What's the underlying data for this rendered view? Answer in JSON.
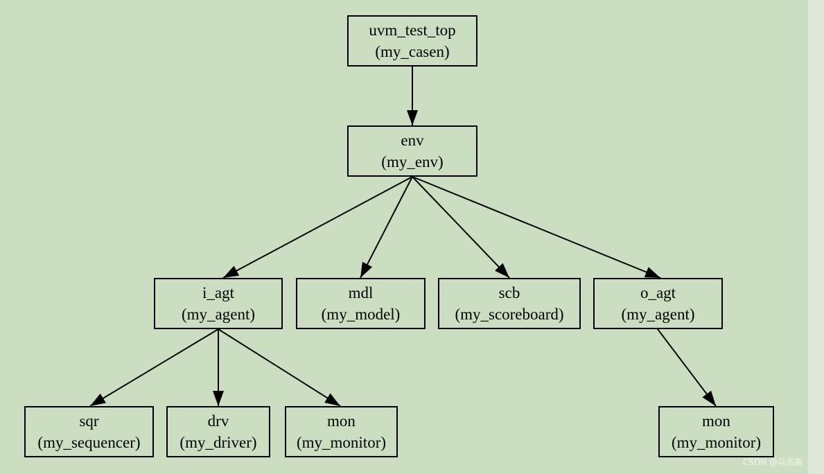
{
  "diagram": {
    "nodes": [
      {
        "id": "uvm_test_top",
        "name": "uvm_test_top",
        "type": "(my_casen)"
      },
      {
        "id": "env",
        "name": "env",
        "type": "(my_env)"
      },
      {
        "id": "i_agt",
        "name": "i_agt",
        "type": "(my_agent)"
      },
      {
        "id": "mdl",
        "name": "mdl",
        "type": "(my_model)"
      },
      {
        "id": "scb",
        "name": "scb",
        "type": "(my_scoreboard)"
      },
      {
        "id": "o_agt",
        "name": "o_agt",
        "type": "(my_agent)"
      },
      {
        "id": "sqr",
        "name": "sqr",
        "type": "(my_sequencer)"
      },
      {
        "id": "drv",
        "name": "drv",
        "type": "(my_driver)"
      },
      {
        "id": "mon_i",
        "name": "mon",
        "type": "(my_monitor)"
      },
      {
        "id": "mon_o",
        "name": "mon",
        "type": "(my_monitor)"
      }
    ],
    "edges": [
      {
        "from": "uvm_test_top",
        "to": "env"
      },
      {
        "from": "env",
        "to": "i_agt"
      },
      {
        "from": "env",
        "to": "mdl"
      },
      {
        "from": "env",
        "to": "scb"
      },
      {
        "from": "env",
        "to": "o_agt"
      },
      {
        "from": "i_agt",
        "to": "sqr"
      },
      {
        "from": "i_agt",
        "to": "drv"
      },
      {
        "from": "i_agt",
        "to": "mon_i"
      },
      {
        "from": "o_agt",
        "to": "mon_o"
      }
    ]
  },
  "watermark": "CSDN @马志高",
  "colors": {
    "background": "#cbdec1",
    "line": "#000000",
    "text": "#000000"
  }
}
